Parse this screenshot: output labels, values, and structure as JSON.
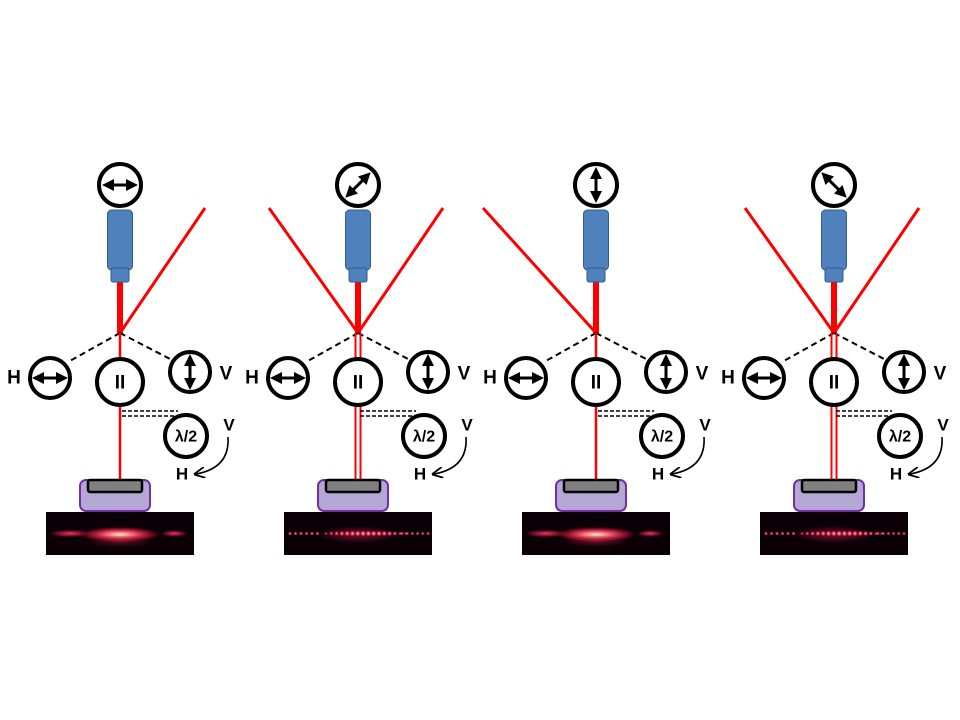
{
  "figure": {
    "colors": {
      "beam": "#ff0000",
      "camera_body": "#4f81bd",
      "camera_outline": "#2f5b8f",
      "sample_holder": "#b4a7d6",
      "sample_holder_outline": "#7030a0",
      "sample": "#808080",
      "image_bg": "#0a0006",
      "glow_core": "#fff2c0",
      "glow": "#ff2040",
      "outline": "#000000"
    },
    "panels": [
      {
        "id": "panel-1",
        "analyzer_angle_deg": 0,
        "analyzer_icon": "horizontal-arrow-icon",
        "reflected_beams": [
          "right"
        ],
        "transmitted_beams": 1,
        "pattern": "smooth",
        "labels": {
          "h": "H",
          "v": "V",
          "waveplate": "λ/2",
          "rotate_from": "V",
          "rotate_to": "H",
          "parallel": "II"
        }
      },
      {
        "id": "panel-2",
        "analyzer_angle_deg": 45,
        "analyzer_icon": "diagonal-arrow-icon",
        "reflected_beams": [
          "left",
          "right"
        ],
        "transmitted_beams": 2,
        "pattern": "fringed",
        "labels": {
          "h": "H",
          "v": "V",
          "waveplate": "λ/2",
          "rotate_from": "V",
          "rotate_to": "H",
          "parallel": "II"
        }
      },
      {
        "id": "panel-3",
        "analyzer_angle_deg": 90,
        "analyzer_icon": "vertical-arrow-icon",
        "reflected_beams": [
          "left"
        ],
        "transmitted_beams": 1,
        "pattern": "smooth",
        "labels": {
          "h": "H",
          "v": "V",
          "waveplate": "λ/2",
          "rotate_from": "V",
          "rotate_to": "H",
          "parallel": "II"
        }
      },
      {
        "id": "panel-4",
        "analyzer_angle_deg": 135,
        "analyzer_icon": "antidiagonal-arrow-icon",
        "reflected_beams": [
          "left",
          "right"
        ],
        "transmitted_beams": 2,
        "pattern": "fringed",
        "labels": {
          "h": "H",
          "v": "V",
          "waveplate": "λ/2",
          "rotate_from": "V",
          "rotate_to": "H",
          "parallel": "II"
        }
      }
    ]
  }
}
